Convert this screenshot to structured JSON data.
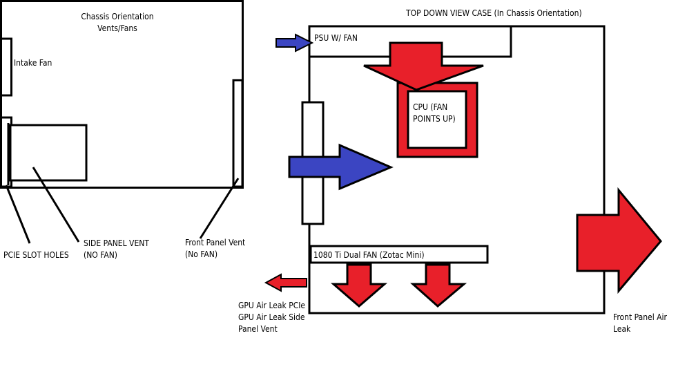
{
  "left_panel": {
    "title_line1": "Chassis Orientation",
    "title_line2": "Vents/Fans",
    "intake_fan": "Intake Fan",
    "pcie_slot_holes": "PCIE SLOT HOLES",
    "side_panel_vent_line1": "SIDE PANEL VENT",
    "side_panel_vent_line2": "(NO FAN)",
    "front_panel_vent_line1": "Front Panel Vent",
    "front_panel_vent_line2": "(No FAN)"
  },
  "right_panel": {
    "title": "TOP DOWN VIEW CASE (In Chassis Orientation)",
    "psu": "PSU W/ FAN",
    "cpu_line1": "CPU (FAN",
    "cpu_line2": "POINTS UP)",
    "gpu": "1080 Ti Dual FAN (Zotac Mini)",
    "gpu_leak_line1": "GPU Air Leak PCIe",
    "gpu_leak_line2": "GPU Air Leak Side",
    "gpu_leak_line3": "Panel Vent",
    "front_leak_line1": "Front Panel Air",
    "front_leak_line2": "Leak"
  },
  "colors": {
    "intake": "#3b45c2",
    "exhaust": "#e8202a",
    "outline": "#000000"
  }
}
